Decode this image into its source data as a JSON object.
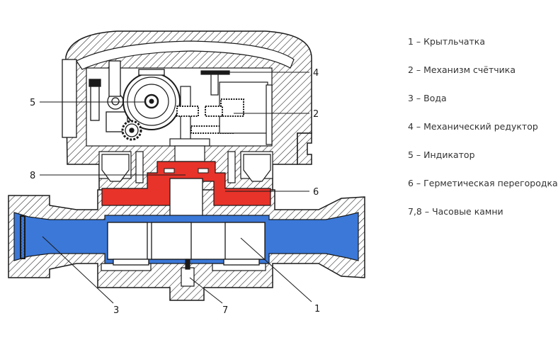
{
  "colors": {
    "water": "#3b78d8",
    "seal": "#e8332a",
    "hatch": "#1a1a1a",
    "outline": "#1a1a1a"
  },
  "callouts": {
    "c1": "1",
    "c2": "2",
    "c3": "3",
    "c4": "4",
    "c5": "5",
    "c6": "6",
    "c7": "7",
    "c8": "8"
  },
  "legend": [
    "1 – Крытльчатка",
    "2 – Механизм счётчика",
    "3 – Вода",
    "4 – Механический редуктор",
    "5 – Индикатор",
    "6 – Герметическая перегородка",
    "7,8 – Часовые камни"
  ]
}
